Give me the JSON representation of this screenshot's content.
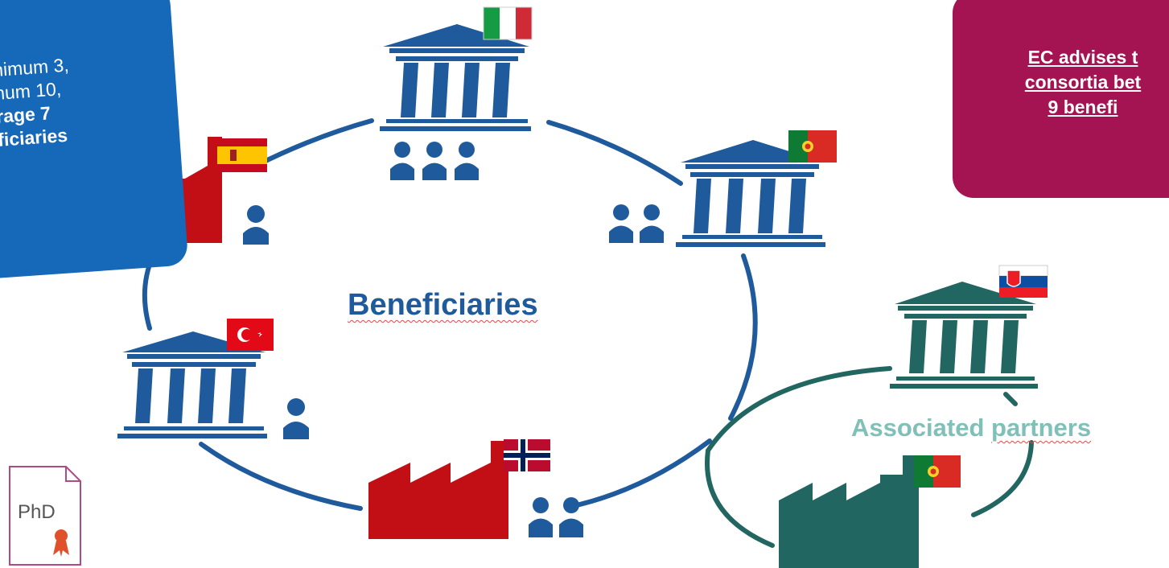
{
  "left_box": {
    "line1": "nimum 3,",
    "line2": "num 10,",
    "line3": "rage 7",
    "line4": "ficiaries"
  },
  "right_box": {
    "line1": "EC advises t",
    "line2": "consortia bet",
    "line3": "9 benefi"
  },
  "labels": {
    "beneficiaries": "Beneficiaries",
    "associated_word1": "Associated",
    "associated_word2": "partners"
  },
  "phd_doc": {
    "text": "PhD"
  },
  "colors": {
    "beneficiary_blue": "#1f5a9c",
    "associated_teal": "#216660",
    "factory_red": "#c20f16",
    "info_blue": "#1668b8",
    "info_magenta": "#a51452",
    "phd_pink": "#b04a84"
  },
  "nodes": [
    {
      "name": "node-italy",
      "kind": "institution",
      "color": "blue",
      "flag": "italy",
      "people": 3
    },
    {
      "name": "node-portugal-institution",
      "kind": "institution",
      "color": "blue",
      "flag": "portugal",
      "people": 2
    },
    {
      "name": "node-spain-factory",
      "kind": "factory",
      "color": "red",
      "flag": "spain",
      "people": 1
    },
    {
      "name": "node-turkey",
      "kind": "institution",
      "color": "blue",
      "flag": "turkey",
      "people": 1
    },
    {
      "name": "node-norway-factory",
      "kind": "factory",
      "color": "red",
      "flag": "norway",
      "people": 2
    },
    {
      "name": "node-slovakia",
      "kind": "institution",
      "color": "teal",
      "flag": "slovakia",
      "people": 0
    },
    {
      "name": "node-portugal-factory",
      "kind": "factory",
      "color": "teal",
      "flag": "portugal",
      "people": 0
    }
  ]
}
